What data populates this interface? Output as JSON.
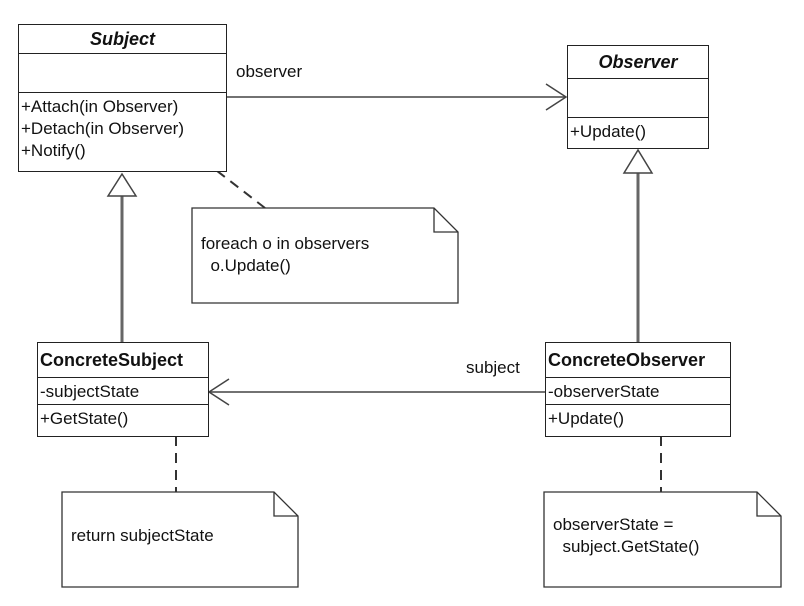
{
  "classes": {
    "subject": {
      "name": "Subject",
      "methods": [
        "+Attach(in Observer)",
        "+Detach(in Observer)",
        "+Notify()"
      ]
    },
    "observer": {
      "name": "Observer",
      "methods": [
        "+Update()"
      ]
    },
    "concrete_subject": {
      "name": "ConcreteSubject",
      "attributes": [
        "-subjectState"
      ],
      "methods": [
        "+GetState()"
      ]
    },
    "concrete_observer": {
      "name": "ConcreteObserver",
      "attributes": [
        "-observerState"
      ],
      "methods": [
        "+Update()"
      ]
    }
  },
  "associations": {
    "observer_label": "observer",
    "subject_label": "subject"
  },
  "notes": {
    "notify_note": [
      "foreach o in observers",
      "  o.Update()"
    ],
    "getstate_note": [
      "return subjectState"
    ],
    "update_note": [
      "observerState =",
      "  subject.GetState()"
    ]
  }
}
